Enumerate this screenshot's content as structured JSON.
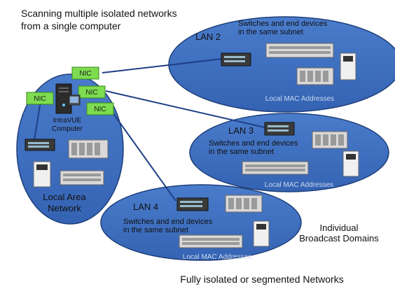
{
  "title_line1": "Scanning multiple isolated networks",
  "title_line2": "from a single computer",
  "local_network": {
    "label_line1": "Local Area",
    "label_line2": "Network",
    "computer_line1": "IntraVUE",
    "computer_line2": "Computer"
  },
  "nics": [
    "NIC",
    "NIC",
    "NIC",
    "NIC"
  ],
  "lans": [
    {
      "title": "LAN 2",
      "sub_line1": "Switches and end devices",
      "sub_line2": "in the same subnet",
      "mac": "Local MAC Addresses"
    },
    {
      "title": "LAN 3",
      "sub_line1": "Switches and end devices",
      "sub_line2": "in the same subnet",
      "mac": "Local MAC Addresses"
    },
    {
      "title": "LAN 4",
      "sub_line1": "Switches and end devices",
      "sub_line2": "in the same subnet",
      "mac": "Local MAC Addresses"
    }
  ],
  "broadcast_line1": "Individual",
  "broadcast_line2": "Broadcast Domains",
  "footer": "Fully isolated or segmented Networks",
  "colors": {
    "ellipse_fill": "#3f6fc0",
    "ellipse_stroke": "#1e3f7a",
    "nic_fill": "#7ddc4f",
    "link": "#1f3f86"
  }
}
